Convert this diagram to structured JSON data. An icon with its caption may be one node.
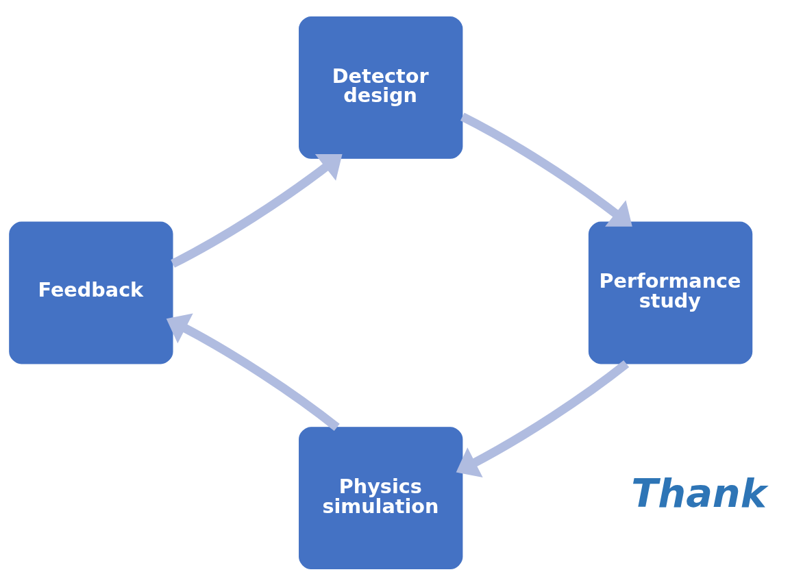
{
  "diagram": {
    "nodes": [
      {
        "text": [
          "Detector design"
        ]
      },
      {
        "text": [
          "Feedback"
        ]
      },
      {
        "text": [
          "Performance study"
        ]
      },
      {
        "text": [
          "Physics simulation"
        ]
      }
    ],
    "edges": [
      {
        "from": 0,
        "to": 2,
        "arrow": "to"
      },
      {
        "from": 2,
        "to": 3,
        "arrow": "to"
      },
      {
        "from": 3,
        "to": 1,
        "arrow": "to"
      },
      {
        "from": 1,
        "to": 0,
        "arrow": "to"
      }
    ],
    "labels": [
      "Thank"
    ]
  }
}
